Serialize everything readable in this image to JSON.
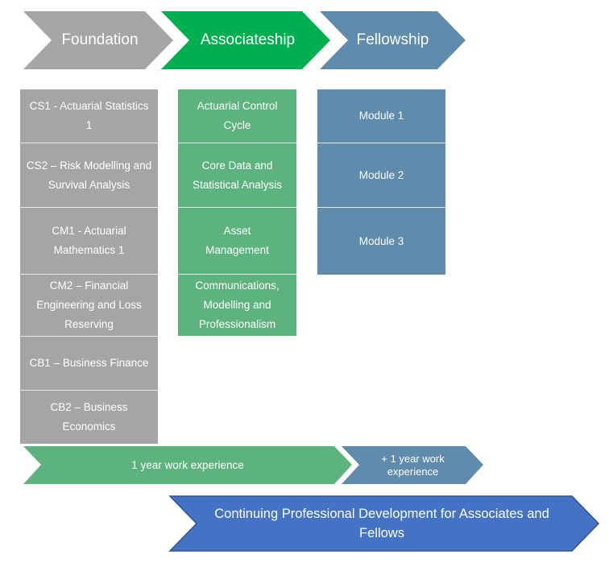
{
  "colors": {
    "foundation": "#a5a5a5",
    "associateship": "#00b050",
    "fellowship": "#5f8bad",
    "associateship_modules": "#5db37e",
    "cpd": "#4472c4"
  },
  "stages": [
    {
      "label": "Foundation"
    },
    {
      "label": "Associateship"
    },
    {
      "label": "Fellowship"
    }
  ],
  "foundation_modules": [
    "CS1 - Actuarial Statistics 1",
    "CS2 – Risk Modelling and Survival Analysis",
    "CM1 - Actuarial Mathematics 1",
    "CM2 – Financial Engineering and Loss Reserving",
    "CB1 – Business Finance",
    "CB2 – Business Economics"
  ],
  "associateship_modules": [
    "Actuarial Control Cycle",
    "Core Data and Statistical Analysis",
    "Asset Management",
    "Communications, Modelling and Professionalism"
  ],
  "fellowship_modules": [
    "Module 1",
    "Module 2",
    "Module 3"
  ],
  "work_experience": {
    "first": "1 year work experience",
    "second": "+ 1 year work experience"
  },
  "cpd": "Continuing Professional Development for Associates and Fellows"
}
